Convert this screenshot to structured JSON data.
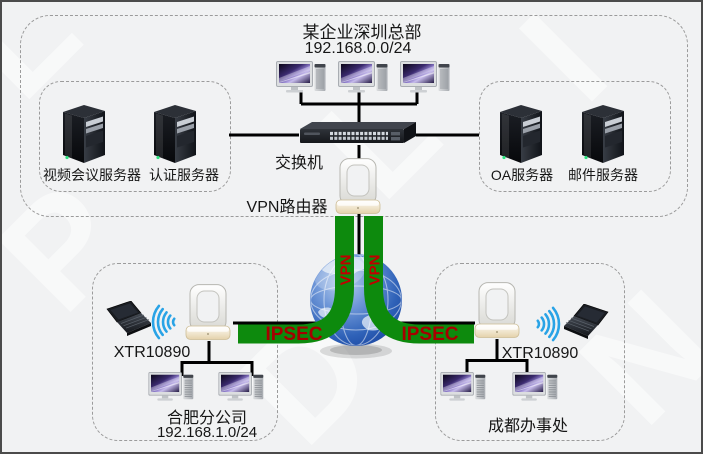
{
  "watermark": {
    "glyphs": [
      "L",
      "P",
      "D",
      "I",
      "N",
      "L"
    ]
  },
  "hq": {
    "title": "某企业深圳总部",
    "subnet": "192.168.0.0/24",
    "switch_label": "交换机",
    "vpn_router_label": "VPN路由器",
    "servers_left": [
      {
        "label": "视频会议服务器"
      },
      {
        "label": "认证服务器"
      }
    ],
    "servers_right": [
      {
        "label": "OA服务器"
      },
      {
        "label": "邮件服务器"
      }
    ]
  },
  "tunnel": {
    "vpn_label": "VPN",
    "ipsec_label": "IPSEC"
  },
  "branches": {
    "left": {
      "name": "合肥分公司",
      "subnet": "192.168.1.0/24",
      "router_model": "XTR10890"
    },
    "right": {
      "name": "成都办事处",
      "router_model": "XTR10890"
    }
  },
  "colors": {
    "tunnel_green": "#0d8a0d",
    "vpn_red": "#c00000",
    "ipsec_red": "#a60000",
    "wifi_blue": "#29a3e6",
    "line_black": "#000000"
  }
}
